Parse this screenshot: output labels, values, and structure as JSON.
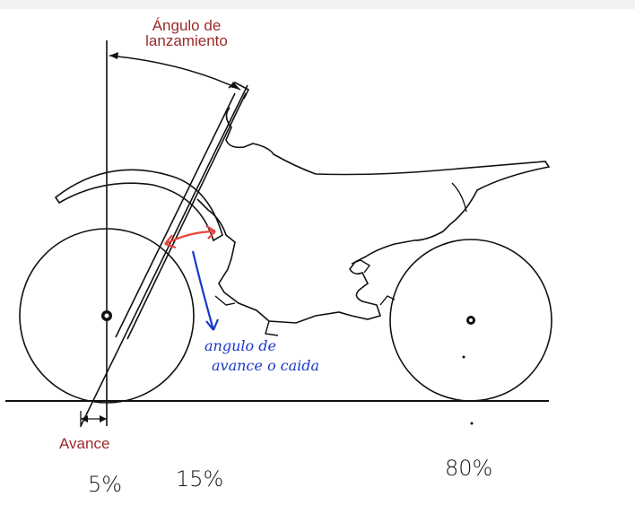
{
  "labels": {
    "angle_title_line1": "Ángulo de",
    "angle_title_line2": "lanzamiento",
    "avance": "Avance",
    "handwritten_line1": "angulo de",
    "handwritten_line2": "avance o caida"
  },
  "percentages": {
    "p1": "5%",
    "p2": "15%",
    "p3": "80%"
  },
  "colors": {
    "red_label": "#9b2a2a",
    "red_arrow": "#e8433a",
    "blue_ink": "#1838c8",
    "outline": "#111111"
  }
}
